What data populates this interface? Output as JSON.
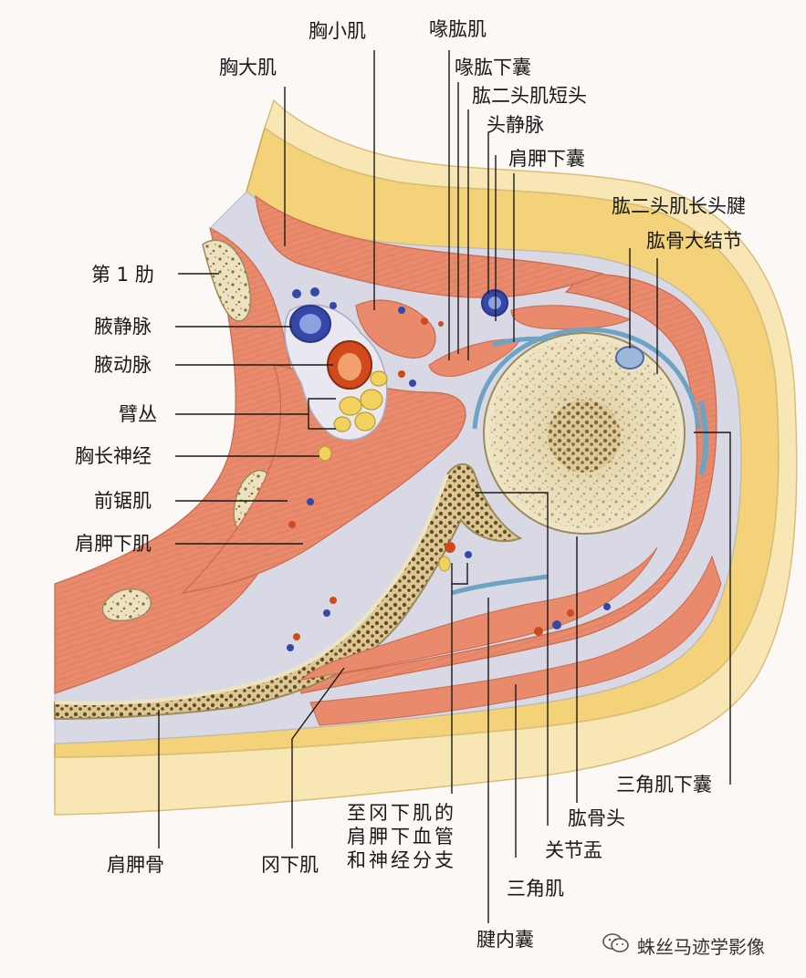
{
  "labels": {
    "pectoralis_major": "胸大肌",
    "pectoralis_minor": "胸小肌",
    "coracobrachialis": "喙肱肌",
    "subcoracoid_bursa": "喙肱下囊",
    "biceps_short_head": "肱二头肌短头",
    "cephalic_vein": "头静脉",
    "subscapular_bursa": "肩胛下囊",
    "biceps_long_head_tendon": "肱二头肌长头腱",
    "greater_tubercle": "肱骨大结节",
    "first_rib": "第 1 肋",
    "axillary_vein": "腋静脉",
    "axillary_artery": "腋动脉",
    "brachial_plexus": "臂丛",
    "long_thoracic_nerve": "胸长神经",
    "serratus_anterior": "前锯肌",
    "subscapularis": "肩胛下肌",
    "subdeltoid_bursa": "三角肌下囊",
    "humeral_head": "肱骨头",
    "glenoid": "关节盂",
    "deltoid": "三角肌",
    "intratendinous_bursa": "腱内囊",
    "infraspinatus": "冈下肌",
    "scapula": "肩胛骨",
    "vessels_nerves_to_infraspinatus": "至冈下肌的肩胛下血管和神经分支"
  },
  "watermark": {
    "text": "蛛丝马迹学影像",
    "icon": "wechat-icon"
  },
  "colors": {
    "muscle": "#e98a6d",
    "fat": "#f6df95",
    "fascia": "#cfd3e2",
    "bone": "#ece2bf",
    "vein": "#3548a8",
    "artery": "#d04a1c",
    "nerve": "#f1d25e",
    "bursa": "#6da3c3"
  }
}
